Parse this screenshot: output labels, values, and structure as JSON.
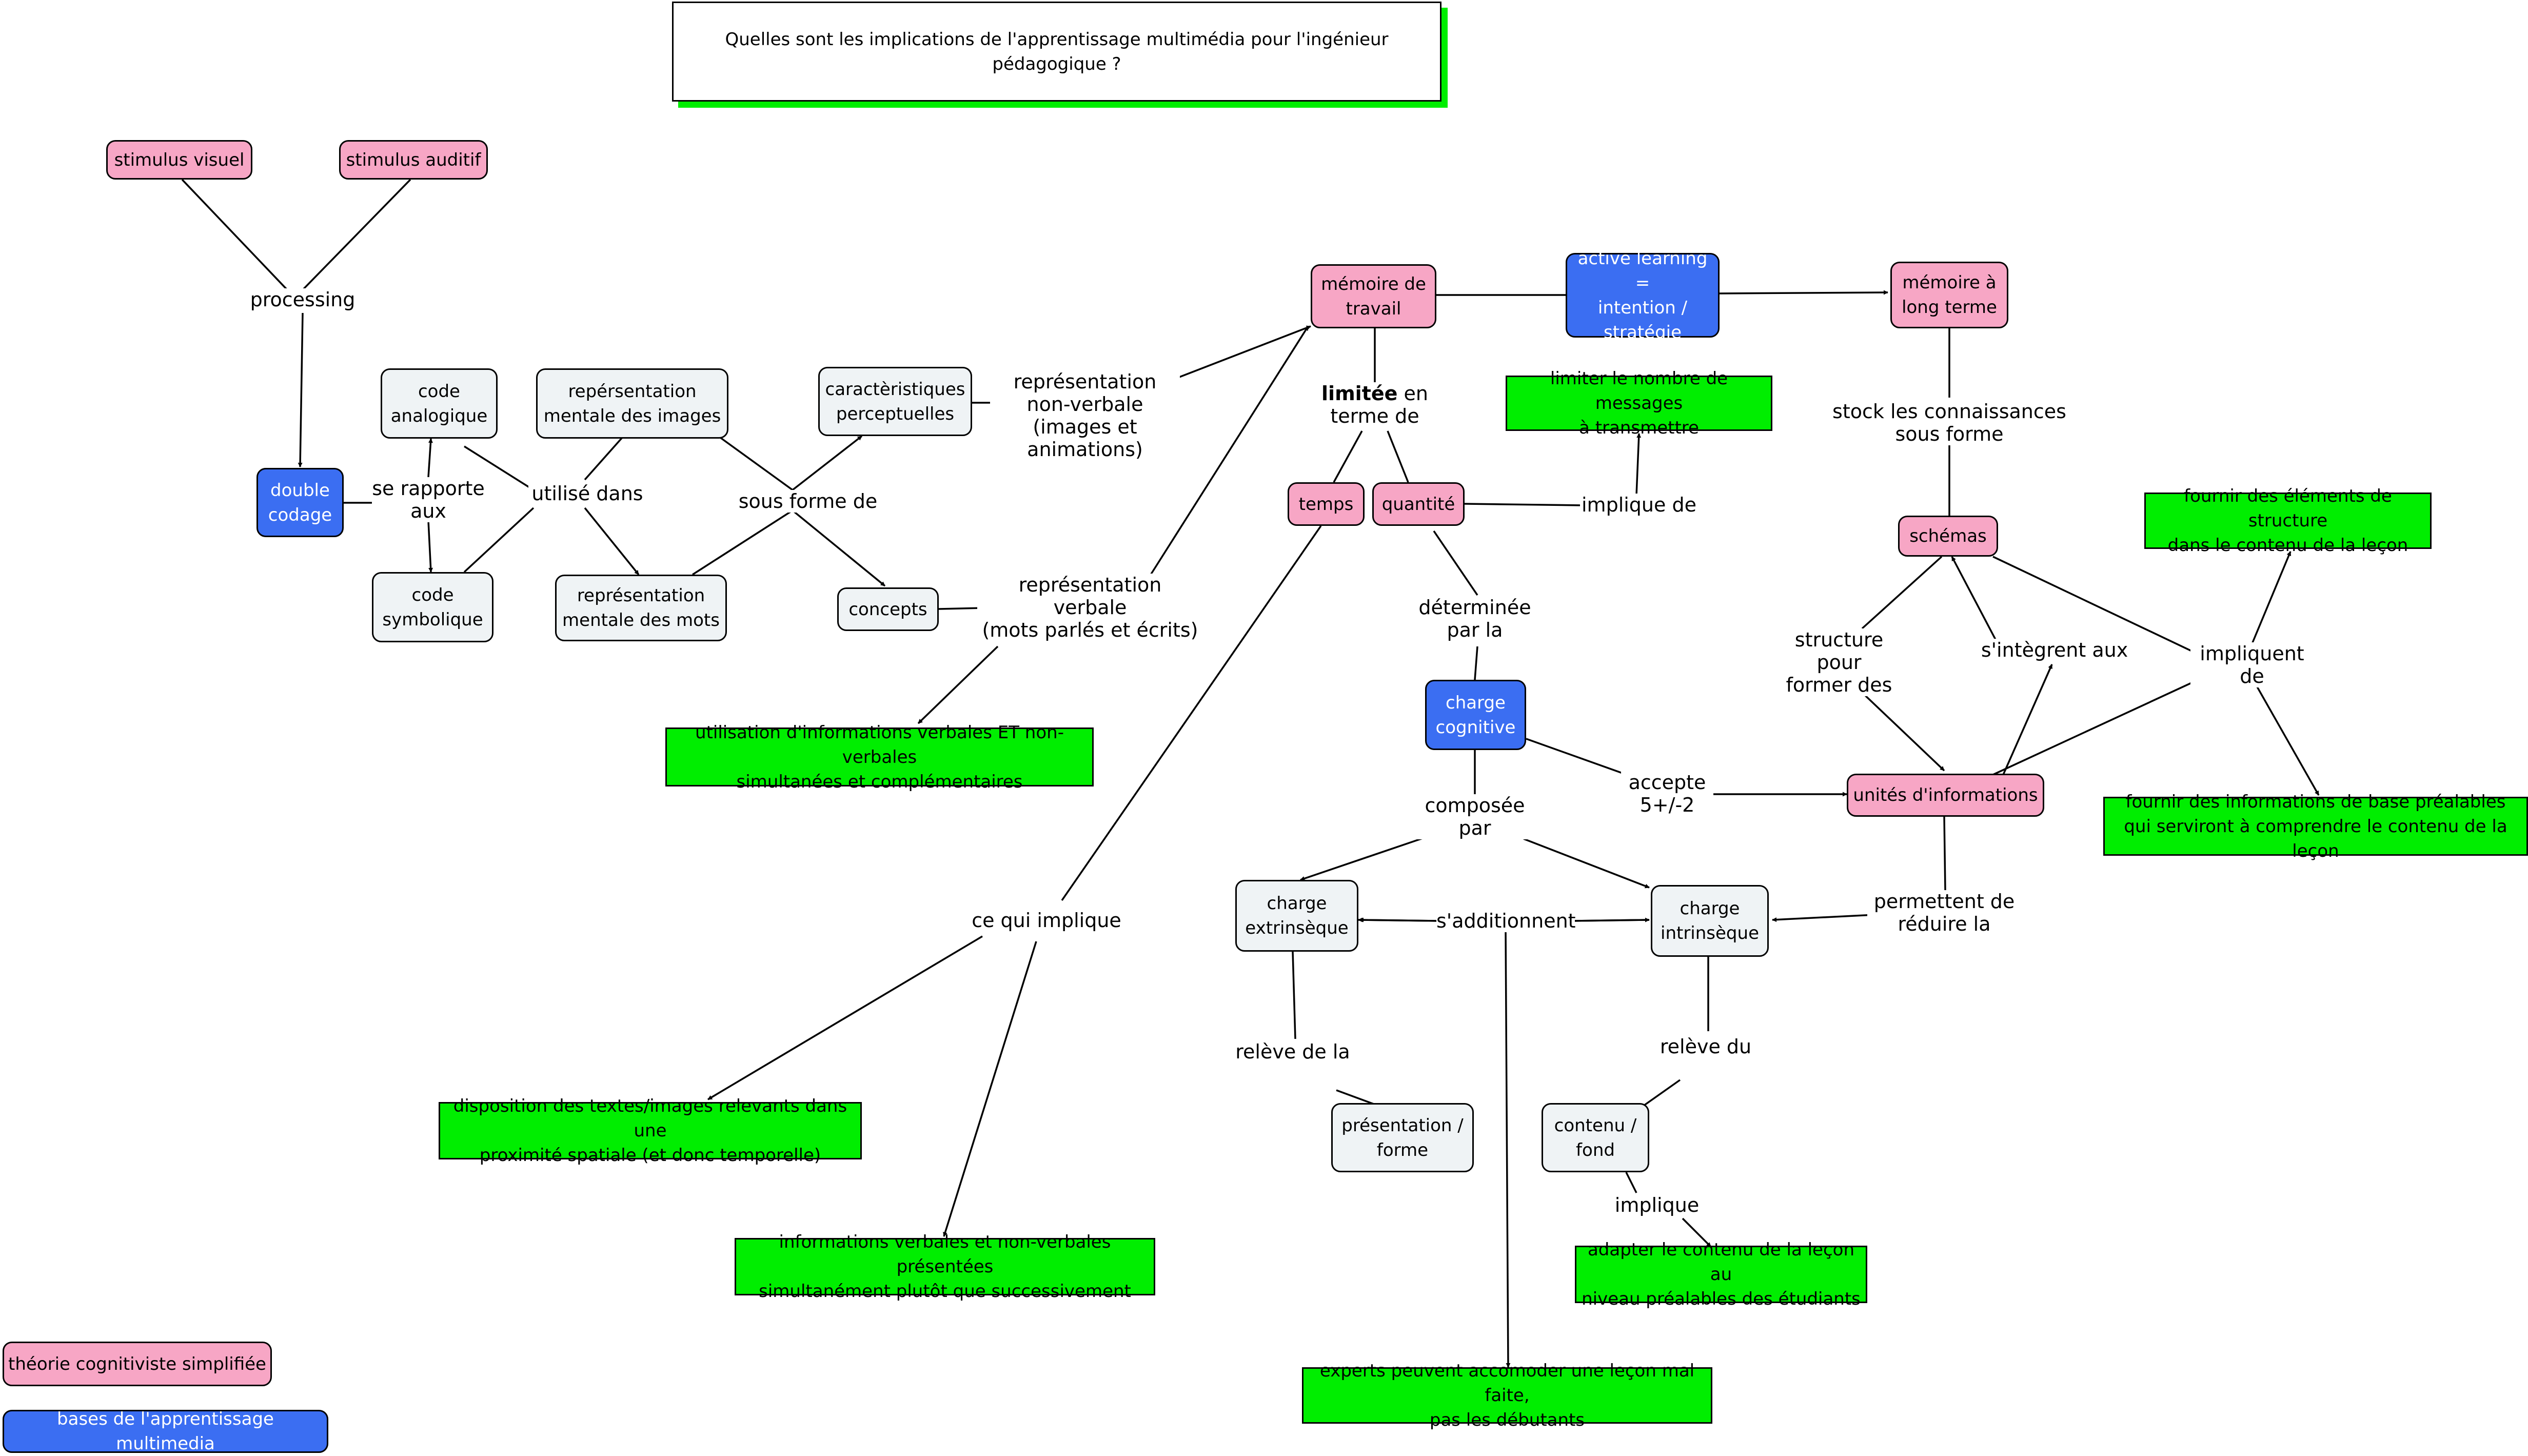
{
  "title": "Quelles sont les implications de l'apprentissage multimédia pour l'ingénieur pédagogique ?",
  "colors": {
    "pink": "#f7a6c5",
    "blue": "#3b6ef2",
    "grey": "#eff3f5",
    "green": "#00ee00"
  },
  "nodes": {
    "stimulus_visuel": "stimulus visuel",
    "stimulus_auditif": "stimulus auditif",
    "double_codage": "double\ncodage",
    "code_analogique": "code\nanalogique",
    "code_symbolique": "code\nsymbolique",
    "rep_images": "repérsentation\nmentale des images",
    "rep_mots": "représentation\nmentale des mots",
    "caracteristiques": "caractèristiques\nperceptuelles",
    "concepts": "concepts",
    "memoire_travail": "mémoire de\ntravail",
    "active_learning": "active learning =\nintention /\nstratégie",
    "memoire_long_terme": "mémoire à\nlong terme",
    "temps": "temps",
    "quantite": "quantité",
    "schemas": "schémas",
    "charge_cognitive": "charge\ncognitive",
    "unites": "unités d'informations",
    "charge_extrinseque": "charge\nextrinsèque",
    "charge_intrinseque": "charge\nintrinsèque",
    "presentation_forme": "présentation /\nforme",
    "contenu_fond": "contenu /\nfond"
  },
  "green_boxes": {
    "limiter": "limiter le nombre de messages\nà transmettre",
    "utilisation": "utilisation d'informations verbales ET non-verbales\nsimultanées et complémentaires",
    "fournir_structure": "fournir des éléments de structure\ndans le contenu de la leçon",
    "fournir_base": "fournir des informations de base préalables\nqui serviront à comprendre le contenu de la leçon",
    "disposition": "disposition des textes/images relevants dans une\nproximité spatiale (et donc temporelle)",
    "informations": "informations verbales et non-verbales présentées\nsimultanément plutôt que successivement",
    "adapter": "adapter le contenu de la leçon au\nniveau préalables des étudiants",
    "experts": "experts peuvent accomoder une leçon mal faite,\npas les débutants"
  },
  "labels": {
    "processing": "processing",
    "se_rapporte": "se rapporte\naux",
    "utilise_dans": "utilisé dans",
    "sous_forme": "sous forme de",
    "rep_non_verbale": "représentation\nnon-verbale\n(images et animations)",
    "rep_verbale": "représentation\nverbale\n(mots parlés et écrits)",
    "limitee_bold": "limitée",
    "limitee_rest": " en\nterme de",
    "implique_de": "implique de",
    "stock": "stock les connaissances\nsous forme",
    "determinee": "déterminée\npar la",
    "structure_pour": "structure\npour\nformer des",
    "sintegrent": "s'intègrent aux",
    "impliquent_de": "impliquent\nde",
    "accepte": "accepte\n5+/-2",
    "composee": "composée\npar",
    "ce_qui_implique": "ce qui implique",
    "sadditionnent": "s'additionnent",
    "permettent": "permettent de\nréduire la",
    "releve_de_la": "relève de la",
    "releve_du": "relève du",
    "implique": "implique"
  },
  "legend": {
    "pink": "théorie cognitiviste simplifiée",
    "blue": "bases de l'apprentissage multimedia"
  }
}
